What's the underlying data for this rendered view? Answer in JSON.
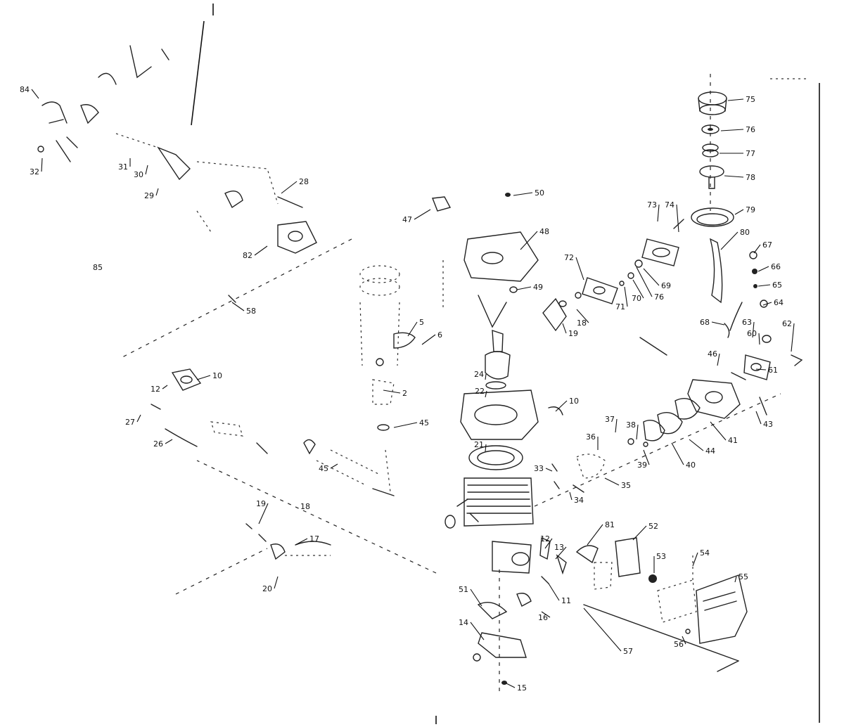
{
  "callouts": [
    "84",
    "32",
    "31",
    "30",
    "29",
    "28",
    "82",
    "85",
    "58",
    "27",
    "12",
    "10",
    "26",
    "45",
    "19",
    "18",
    "17",
    "20",
    "47",
    "50",
    "48",
    "49",
    "5",
    "6",
    "2",
    "45",
    "24",
    "22",
    "21",
    "33",
    "34",
    "35",
    "36",
    "37",
    "38",
    "39",
    "40",
    "44",
    "41",
    "43",
    "61",
    "62",
    "63",
    "64",
    "65",
    "66",
    "67",
    "68",
    "69",
    "70",
    "71",
    "72",
    "73",
    "74",
    "75",
    "76",
    "77",
    "78",
    "79",
    "80",
    "81",
    "52",
    "53",
    "54",
    "55",
    "56",
    "57",
    "51",
    "14",
    "15",
    "16",
    "13",
    "11",
    "12",
    "10",
    "60",
    "46",
    "19",
    "18",
    "76",
    "71",
    "70"
  ]
}
